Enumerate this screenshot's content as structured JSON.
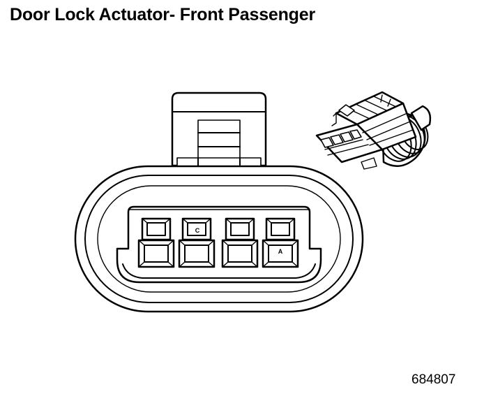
{
  "title": "Door Lock Actuator- Front Passenger",
  "figure_id": "684807",
  "connector": {
    "cavities": [
      {
        "position": 1,
        "label": ""
      },
      {
        "position": 2,
        "label": "C"
      },
      {
        "position": 3,
        "label": ""
      },
      {
        "position": 4,
        "label": "A"
      }
    ]
  },
  "colors": {
    "line": "#000000",
    "background": "#ffffff"
  }
}
